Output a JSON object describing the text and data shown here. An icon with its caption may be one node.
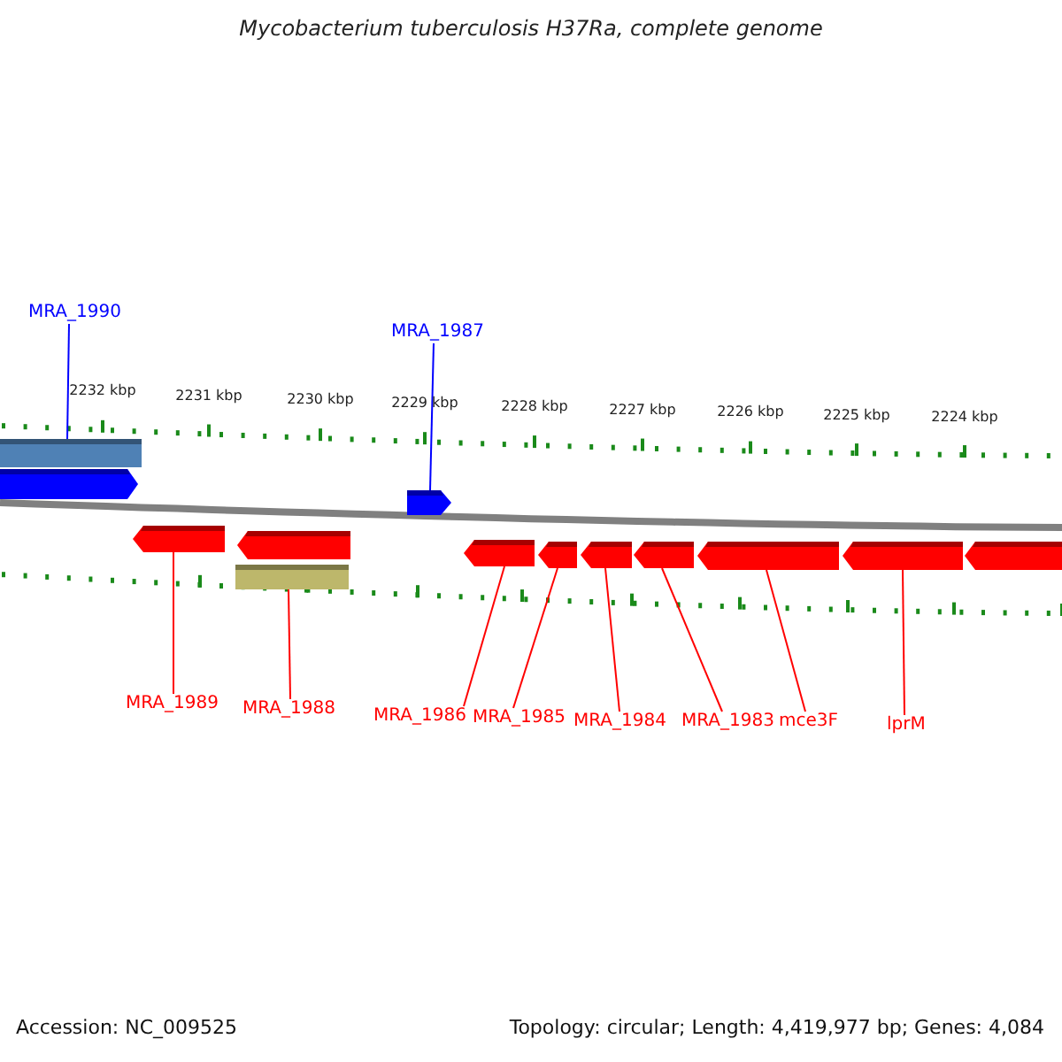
{
  "diagram": {
    "title": "Mycobacterium tuberculosis H37Ra, complete genome",
    "nodes": [
      {
        "text": [
          "MRA_1990"
        ]
      },
      {
        "text": [
          "MRA_1987"
        ]
      },
      {
        "text": [],
        "shape": "bar"
      },
      {
        "text": [],
        "shape": "arrow"
      },
      {
        "text": [],
        "shape": "arrow"
      },
      {
        "text": [],
        "shape": "arrow"
      },
      {
        "text": [],
        "shape": "arrow"
      },
      {
        "text": [],
        "shape": "bar"
      },
      {
        "text": [],
        "shape": "arrow"
      },
      {
        "text": [],
        "shape": "arrow"
      },
      {
        "text": [],
        "shape": "arrow"
      },
      {
        "text": [],
        "shape": "arrow"
      },
      {
        "text": [],
        "shape": "arrow"
      },
      {
        "text": [],
        "shape": "arrow"
      },
      {
        "text": [],
        "shape": "arrow"
      },
      {
        "text": [
          "MRA_1989"
        ]
      },
      {
        "text": [
          "MRA_1988"
        ]
      },
      {
        "text": [
          "MRA_1986"
        ]
      },
      {
        "text": [
          "MRA_1985"
        ]
      },
      {
        "text": [
          "MRA_1984"
        ]
      },
      {
        "text": [
          "MRA_1983"
        ]
      },
      {
        "text": [
          "mce3F"
        ]
      },
      {
        "text": [
          "lprM"
        ]
      }
    ],
    "edges": [
      {
        "from": 0,
        "to": 2,
        "arrow": "none",
        "color": "#0000ff"
      },
      {
        "from": 1,
        "to": 4,
        "arrow": "none",
        "color": "#0000ff"
      },
      {
        "from": 15,
        "to": 5,
        "arrow": "none"
      },
      {
        "from": 16,
        "to": 7,
        "arrow": "none"
      },
      {
        "from": 17,
        "to": 8,
        "arrow": "none"
      },
      {
        "from": 18,
        "to": 9,
        "arrow": "none"
      },
      {
        "from": 19,
        "to": 10,
        "arrow": "none"
      },
      {
        "from": 20,
        "to": 11,
        "arrow": "none"
      },
      {
        "from": 21,
        "to": 12,
        "arrow": "none"
      },
      {
        "from": 22,
        "to": 13,
        "arrow": "none"
      }
    ],
    "labels": [
      "2232 kbp",
      "2231 kbp",
      "2230 kbp",
      "2229 kbp",
      "2228 kbp",
      "2227 kbp",
      "2226 kbp",
      "2225 kbp",
      "2224 kbp",
      "Accession: NC_009525",
      "Topology: circular; Length: 4,419,977 bp; Genes: 4,084"
    ]
  }
}
